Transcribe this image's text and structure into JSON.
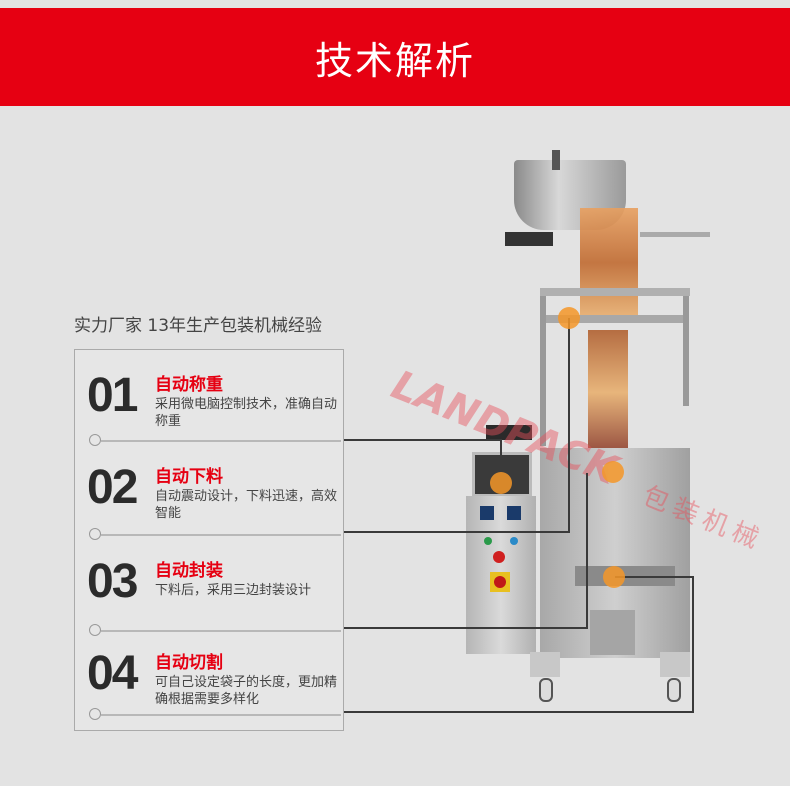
{
  "header": {
    "title": "技术解析"
  },
  "tagline": "实力厂家  13年生产包装机械经验",
  "features": [
    {
      "num": "01",
      "title": "自动称重",
      "desc": "采用微电脑控制技术，准确自动称重"
    },
    {
      "num": "02",
      "title": "自动下料",
      "desc": "自动震动设计，下料迅速，高效智能"
    },
    {
      "num": "03",
      "title": "自动封装",
      "desc": "下料后，采用三边封装设计"
    },
    {
      "num": "04",
      "title": "自动切割",
      "desc": "可自己设定袋子的长度，更加精确根据需要多样化"
    }
  ],
  "watermark": {
    "brand": "LANDPACK",
    "text": "包装机械"
  },
  "colors": {
    "accent": "#e60012",
    "dot": "#f59628"
  }
}
